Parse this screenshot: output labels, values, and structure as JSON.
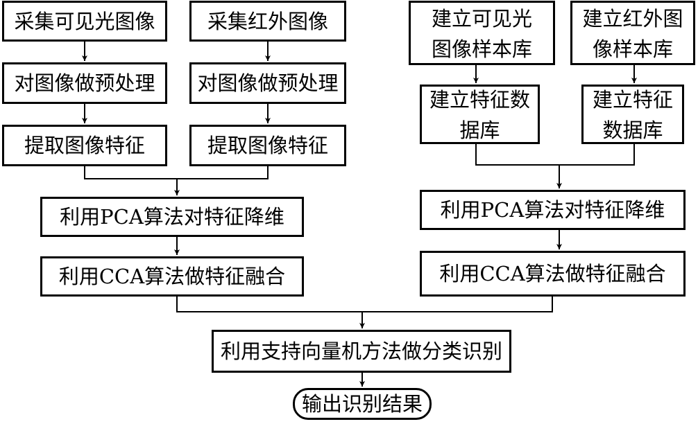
{
  "nodes": {
    "left": {
      "capture_visible": "采集可见光图像",
      "capture_infrared": "采集红外图像",
      "preprocess_visible": "对图像做预处理",
      "preprocess_infrared": "对图像做预处理",
      "extract_visible": "提取图像特征",
      "extract_infrared": "提取图像特征",
      "pca": "利用PCA算法对特征降维",
      "cca": "利用CCA算法做特征融合"
    },
    "right": {
      "visible_sample_lib": "建立可见光\n图像样本库",
      "infrared_sample_lib": "建立红外图\n像样本库",
      "visible_feature_db": "建立特征数\n据库",
      "infrared_feature_db": "建立特征\n数据库",
      "pca": "利用PCA算法对特征降维",
      "cca": "利用CCA算法做特征融合"
    },
    "svm": "利用支持向量机方法做分类识别",
    "output": "输出识别结果"
  }
}
